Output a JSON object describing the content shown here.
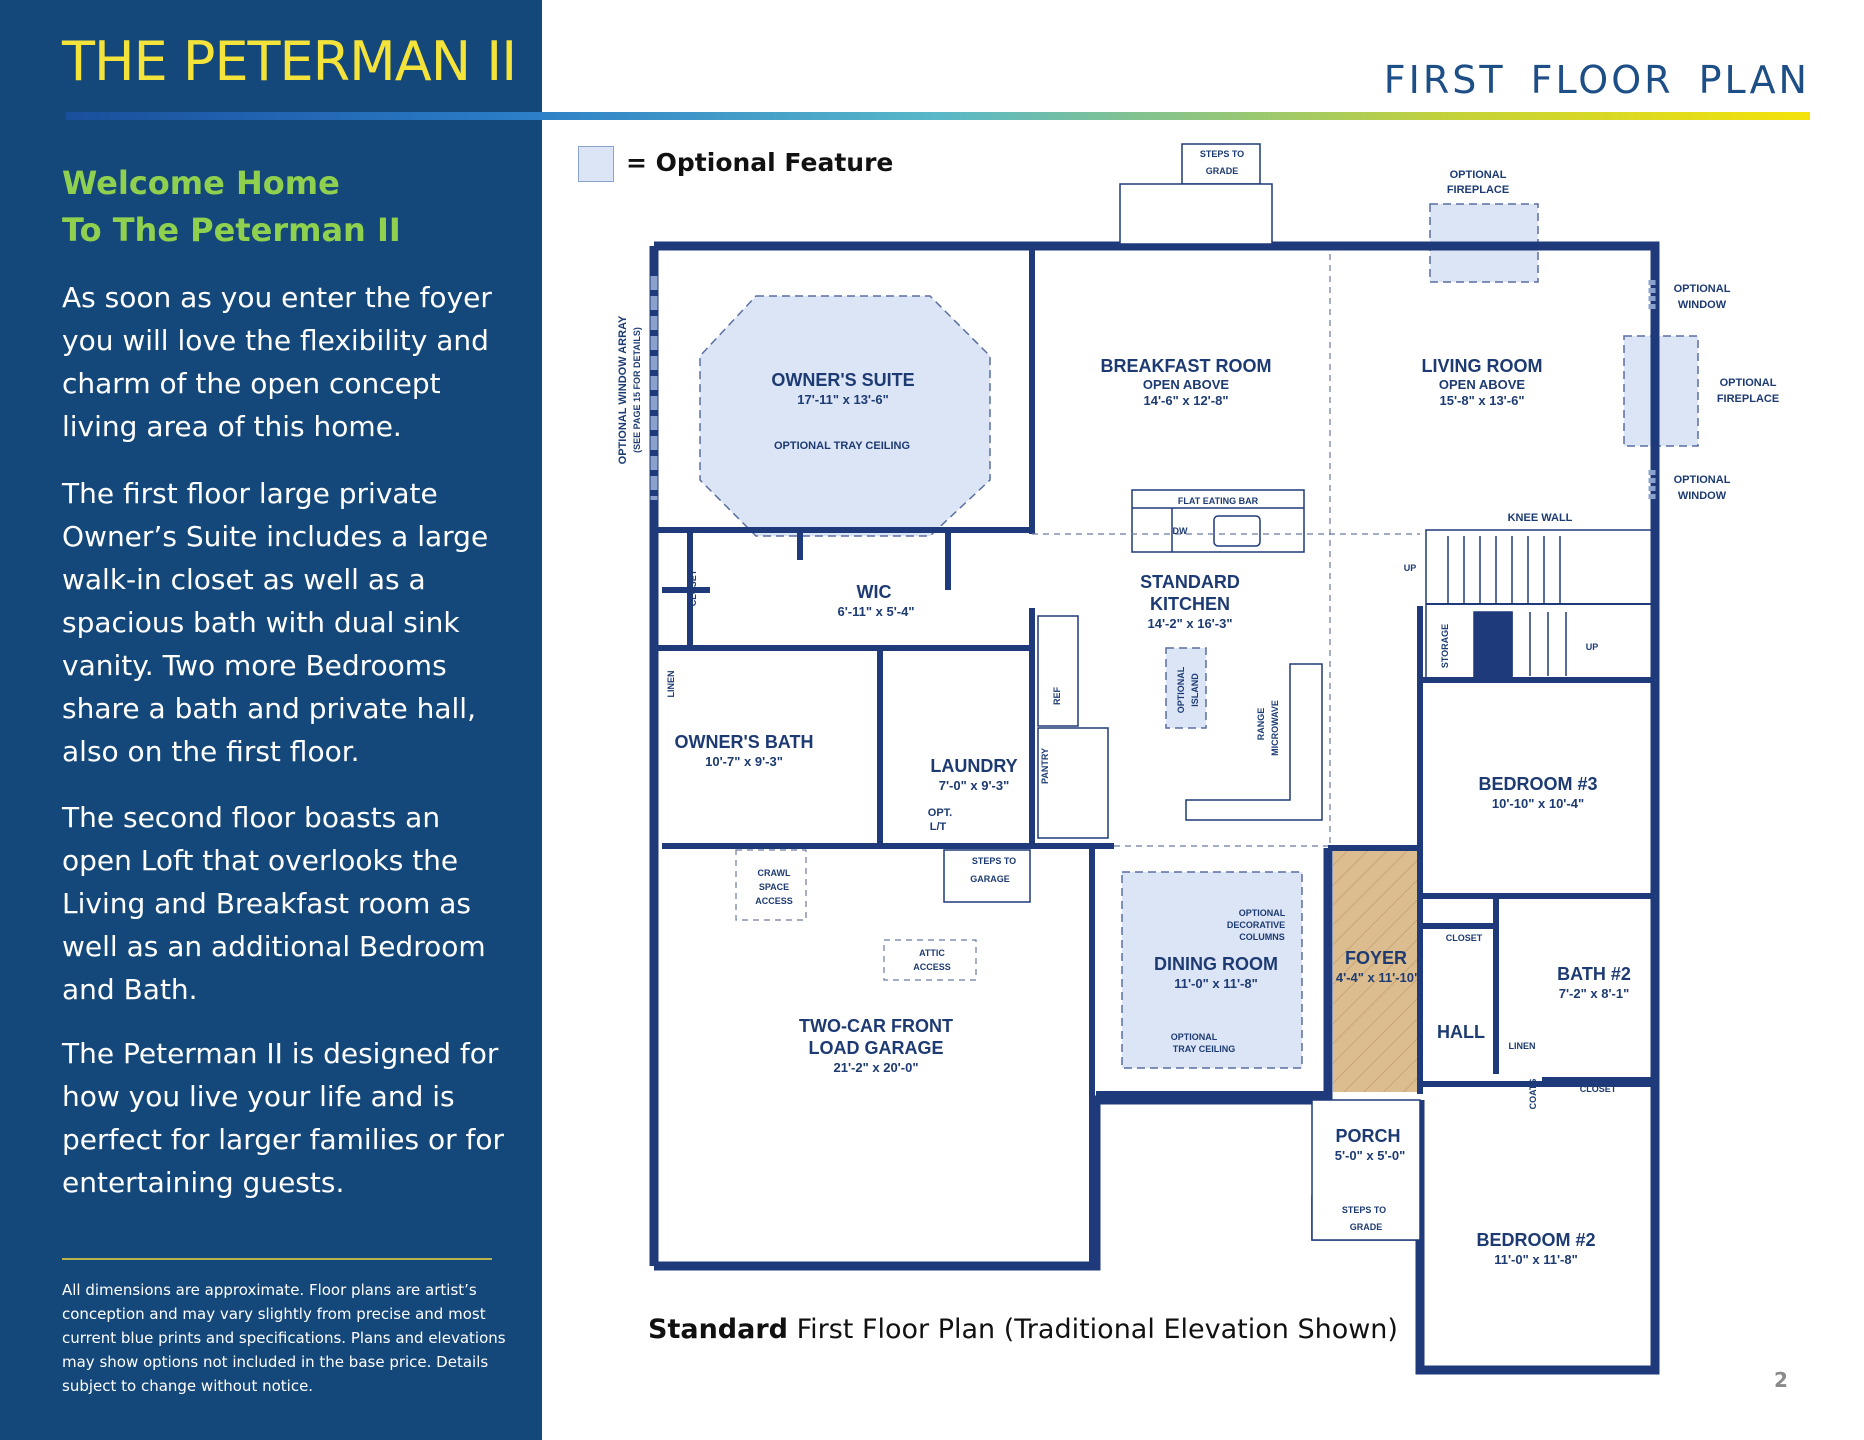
{
  "sidebar": {
    "title": "THE PETERMAN II",
    "welcome_line1": "Welcome Home",
    "welcome_line2": "To The Peterman II",
    "para1": "As soon as you enter the foyer you will love the flexibility and charm of the open concept living area of this home.",
    "para2": "The first floor large private Owner’s Suite includes a large walk-in closet as well as a spacious bath with dual sink vanity. Two more Bedrooms share a bath and private hall, also on the first floor.",
    "para3": "The second floor boasts an open Loft that overlooks the Living and Breakfast room as well as an additional Bedroom and Bath.",
    "para4": "The Peterman II is designed for how you live your life and is perfect for larger families or for entertaining guests.",
    "disclaimer": "All dimensions are approximate. Floor plans are artist’s conception and may vary slightly from precise and most current blue prints and specifications. Plans and elevations may show options not included in the base price. Details subject to change without notice."
  },
  "header": {
    "floor_plan_title": "FIRST FLOOR PLAN"
  },
  "legend": {
    "text": "= Optional Feature",
    "swatch_color": "#dbe5f6"
  },
  "colors": {
    "panel": "#15487a",
    "title_yellow": "#f4e33a",
    "accent_green": "#8fd14f",
    "wall_navy": "#1f3a7a",
    "foyer_wood": "#d9b98c"
  },
  "rooms": {
    "owners_suite": "OWNER'S SUITE",
    "owners_suite_dim": "17'-11\" x 13'-6\"",
    "tray_ceiling": "OPTIONAL TRAY CEILING",
    "breakfast": "BREAKFAST ROOM",
    "breakfast_sub": "OPEN ABOVE",
    "breakfast_dim": "14'-6\" x 12'-8\"",
    "living": "LIVING ROOM",
    "living_sub": "OPEN ABOVE",
    "living_dim": "15'-8\" x 13'-6\"",
    "wic": "WIC",
    "wic_dim": "6'-11\" x 5'-4\"",
    "kitchen_line1": "STANDARD",
    "kitchen_line2": "KITCHEN",
    "kitchen_dim": "14'-2\" x 16'-3\"",
    "owners_bath": "OWNER'S BATH",
    "owners_bath_dim": "10'-7\" x 9'-3\"",
    "laundry": "LAUNDRY",
    "laundry_dim": "7'-0\" x 9'-3\"",
    "bedroom3": "BEDROOM #3",
    "bedroom3_dim": "10'-10\" x 10'-4\"",
    "dining": "DINING ROOM",
    "dining_dim": "11'-0\" x 11'-8\"",
    "foyer": "FOYER",
    "foyer_dim": "4'-4\" x 11'-10\"",
    "bath2": "BATH #2",
    "bath2_dim": "7'-2\" x 8'-1\"",
    "hall": "HALL",
    "garage_line1": "TWO-CAR FRONT",
    "garage_line2": "LOAD GARAGE",
    "garage_dim": "21'-2\" x 20'-0\"",
    "porch": "PORCH",
    "porch_dim": "5'-0\" x 5'-0\"",
    "bedroom2": "BEDROOM #2",
    "bedroom2_dim": "11'-0\" x 11'-8\""
  },
  "labels": {
    "steps_to": "STEPS TO",
    "grade": "GRADE",
    "garage": "GARAGE",
    "opt_fireplace_1": "OPTIONAL",
    "opt_fireplace_2": "FIREPLACE",
    "opt_window_1": "OPTIONAL",
    "opt_window_2": "WINDOW",
    "window_array": "OPTIONAL WINDOW ARRAY",
    "window_array_sub": "(SEE PAGE 15 FOR DETAILS)",
    "closet": "CLOSET",
    "linen": "LINEN",
    "flat_eating_bar": "FLAT EATING BAR",
    "dw": "DW",
    "knee_wall": "KNEE WALL",
    "up": "UP",
    "storage": "STORAGE",
    "ref": "REF",
    "pantry": "PANTRY",
    "optional_island_1": "OPTIONAL",
    "optional_island_2": "ISLAND",
    "range": "RANGE",
    "microwave": "MICROWAVE",
    "opt_lt_1": "OPT.",
    "opt_lt_2": "L/T",
    "crawl_1": "CRAWL",
    "crawl_2": "SPACE",
    "crawl_3": "ACCESS",
    "attic_1": "ATTIC",
    "attic_2": "ACCESS",
    "columns_1": "OPTIONAL",
    "columns_2": "DECORATIVE",
    "columns_3": "COLUMNS",
    "dining_tray_1": "OPTIONAL",
    "dining_tray_2": "TRAY CEILING",
    "coats": "COATS"
  },
  "caption": {
    "bold": "Standard",
    "rest": " First Floor Plan (Traditional Elevation Shown)"
  },
  "page_number": "2"
}
